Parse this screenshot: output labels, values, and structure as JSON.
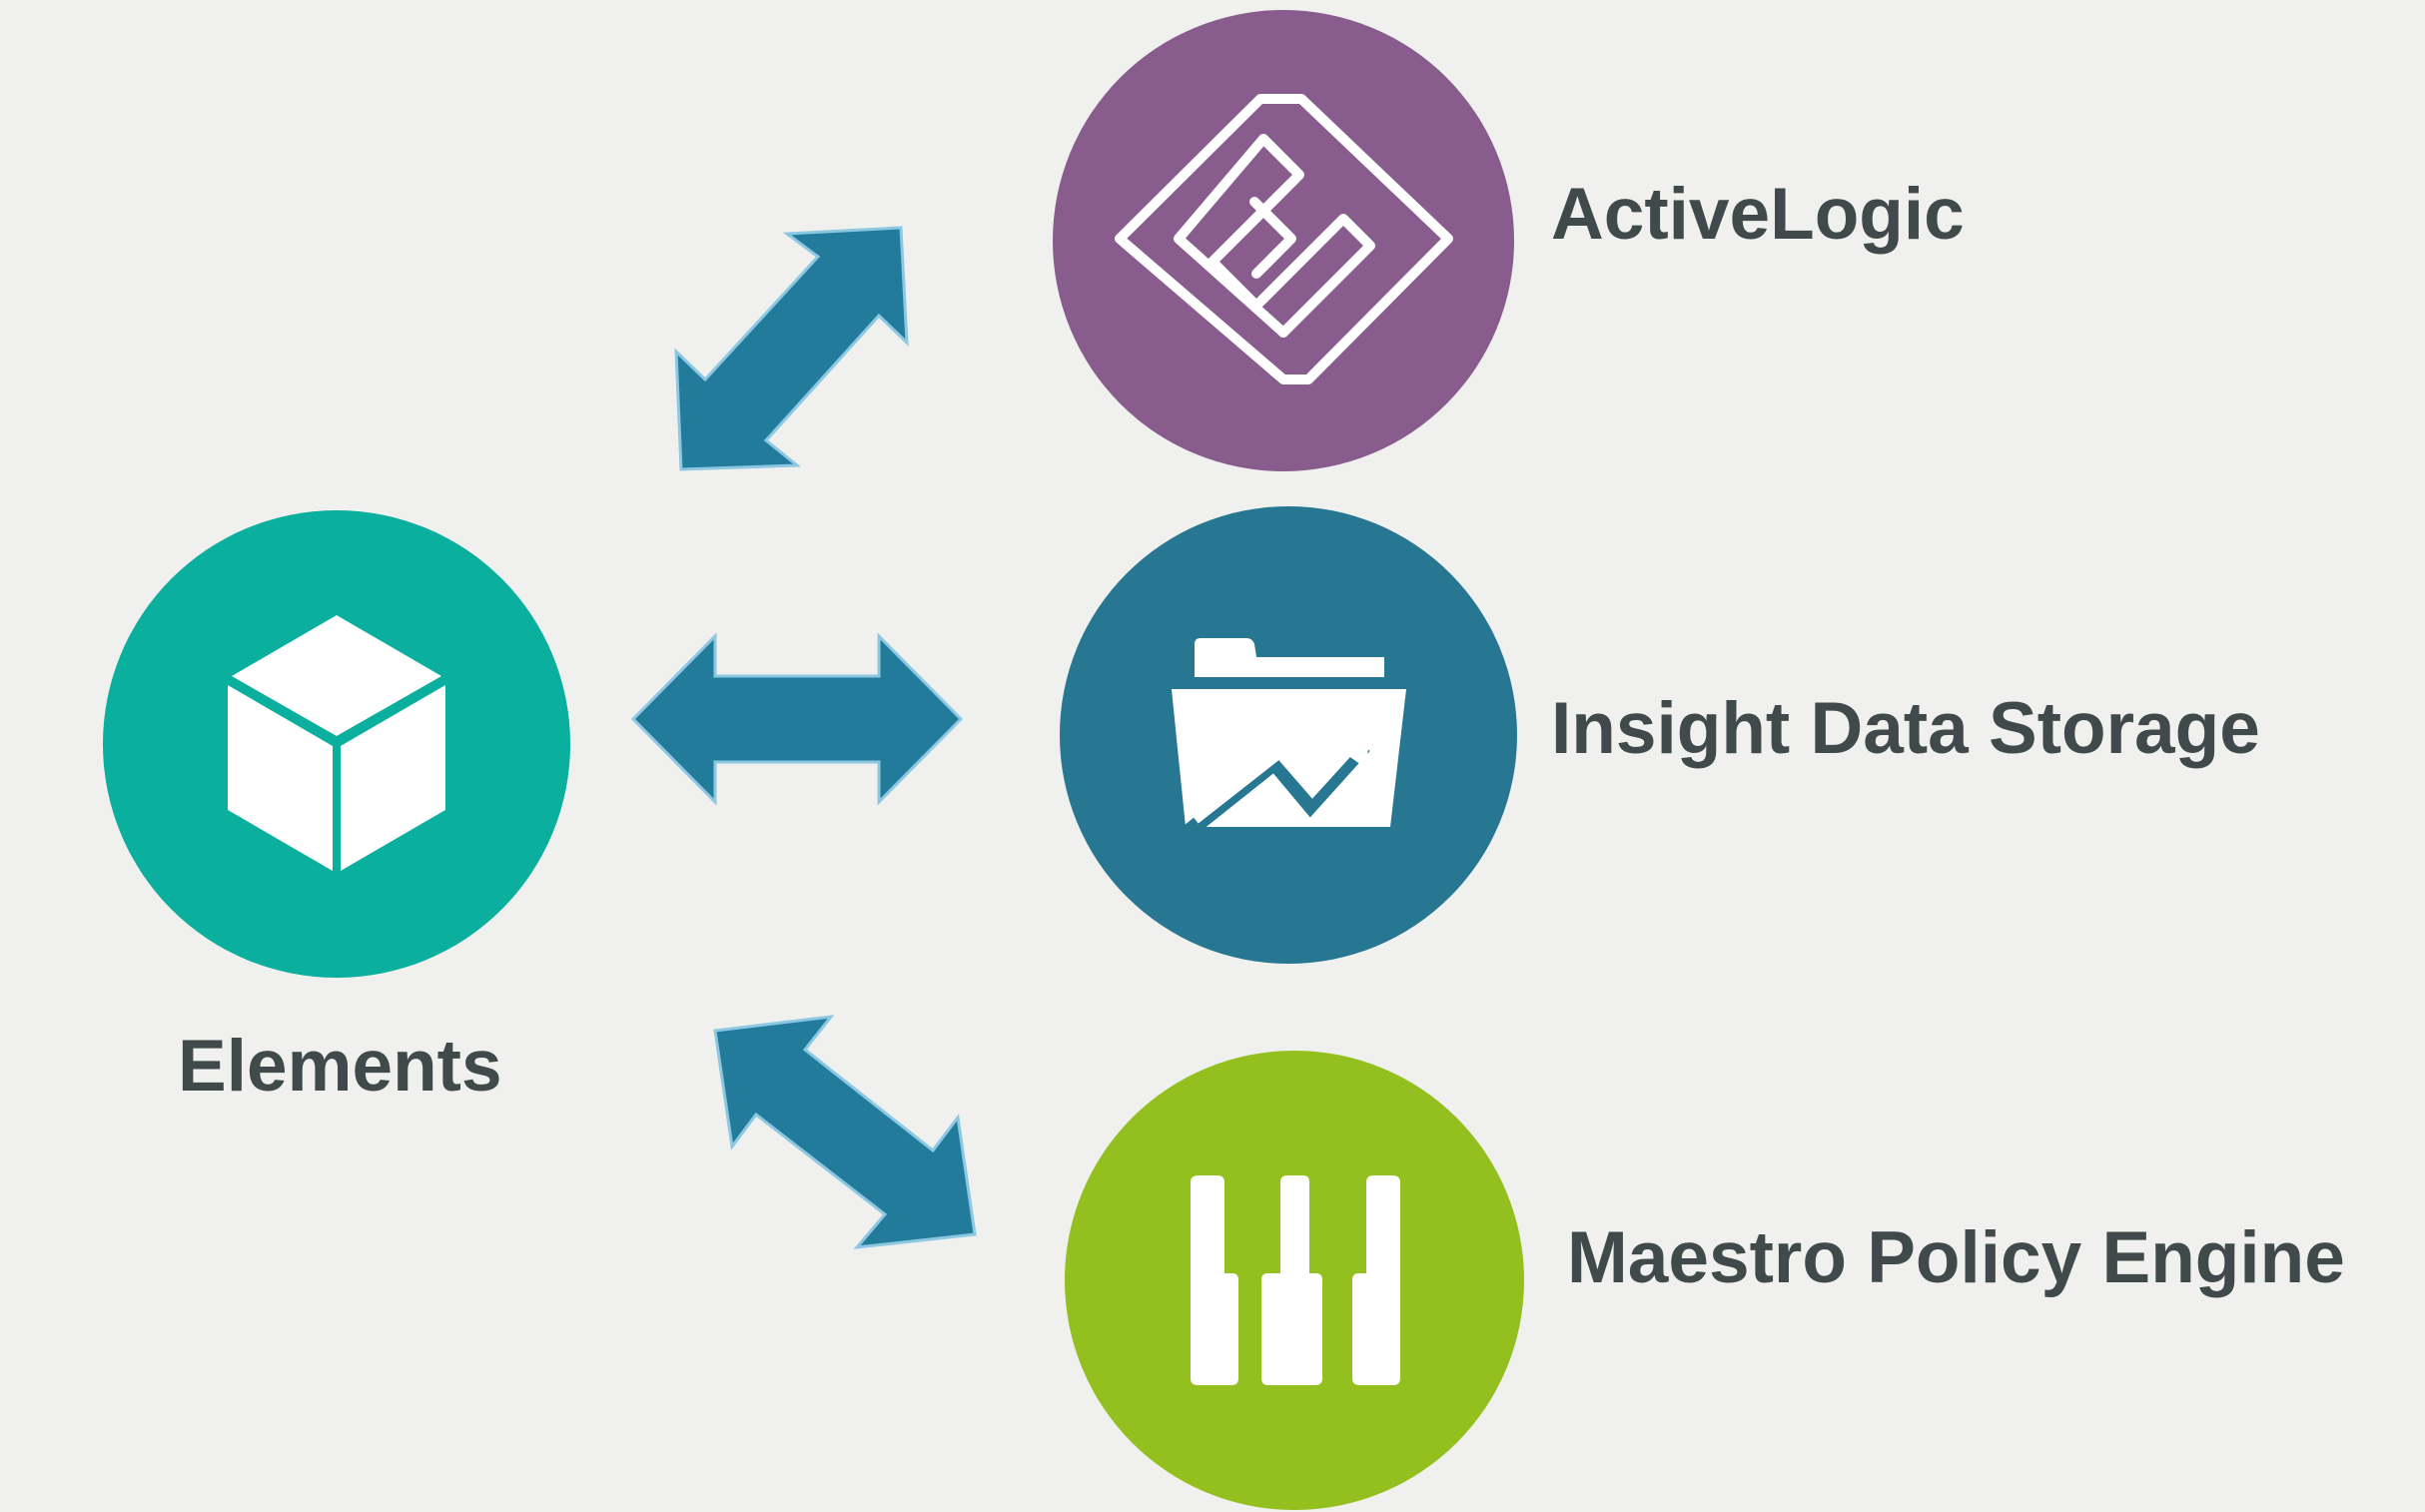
{
  "colors": {
    "background": "#f0f0ef",
    "text": "#414a4a",
    "elements": "#0aaf9d",
    "activelogic": "#885d8d",
    "insight": "#277793",
    "maestro": "#93c01f",
    "arrow_fill": "#237b9b",
    "arrow_stroke": "#8cc8e2",
    "icon": "#ffffff"
  },
  "nodes": {
    "elements": {
      "label": "Elements",
      "icon": "cube-icon"
    },
    "activelogic": {
      "label": "ActiveLogic",
      "icon": "nested-diamond-icon"
    },
    "insight": {
      "label": "Insight Data Storage",
      "icon": "folder-chart-icon"
    },
    "maestro": {
      "label": "Maestro Policy Engine",
      "icon": "piano-keys-icon"
    }
  },
  "connectors": [
    {
      "from": "Elements",
      "to": "ActiveLogic",
      "direction": "bidirectional"
    },
    {
      "from": "Elements",
      "to": "Insight Data Storage",
      "direction": "bidirectional"
    },
    {
      "from": "Elements",
      "to": "Maestro Policy Engine",
      "direction": "bidirectional"
    }
  ]
}
